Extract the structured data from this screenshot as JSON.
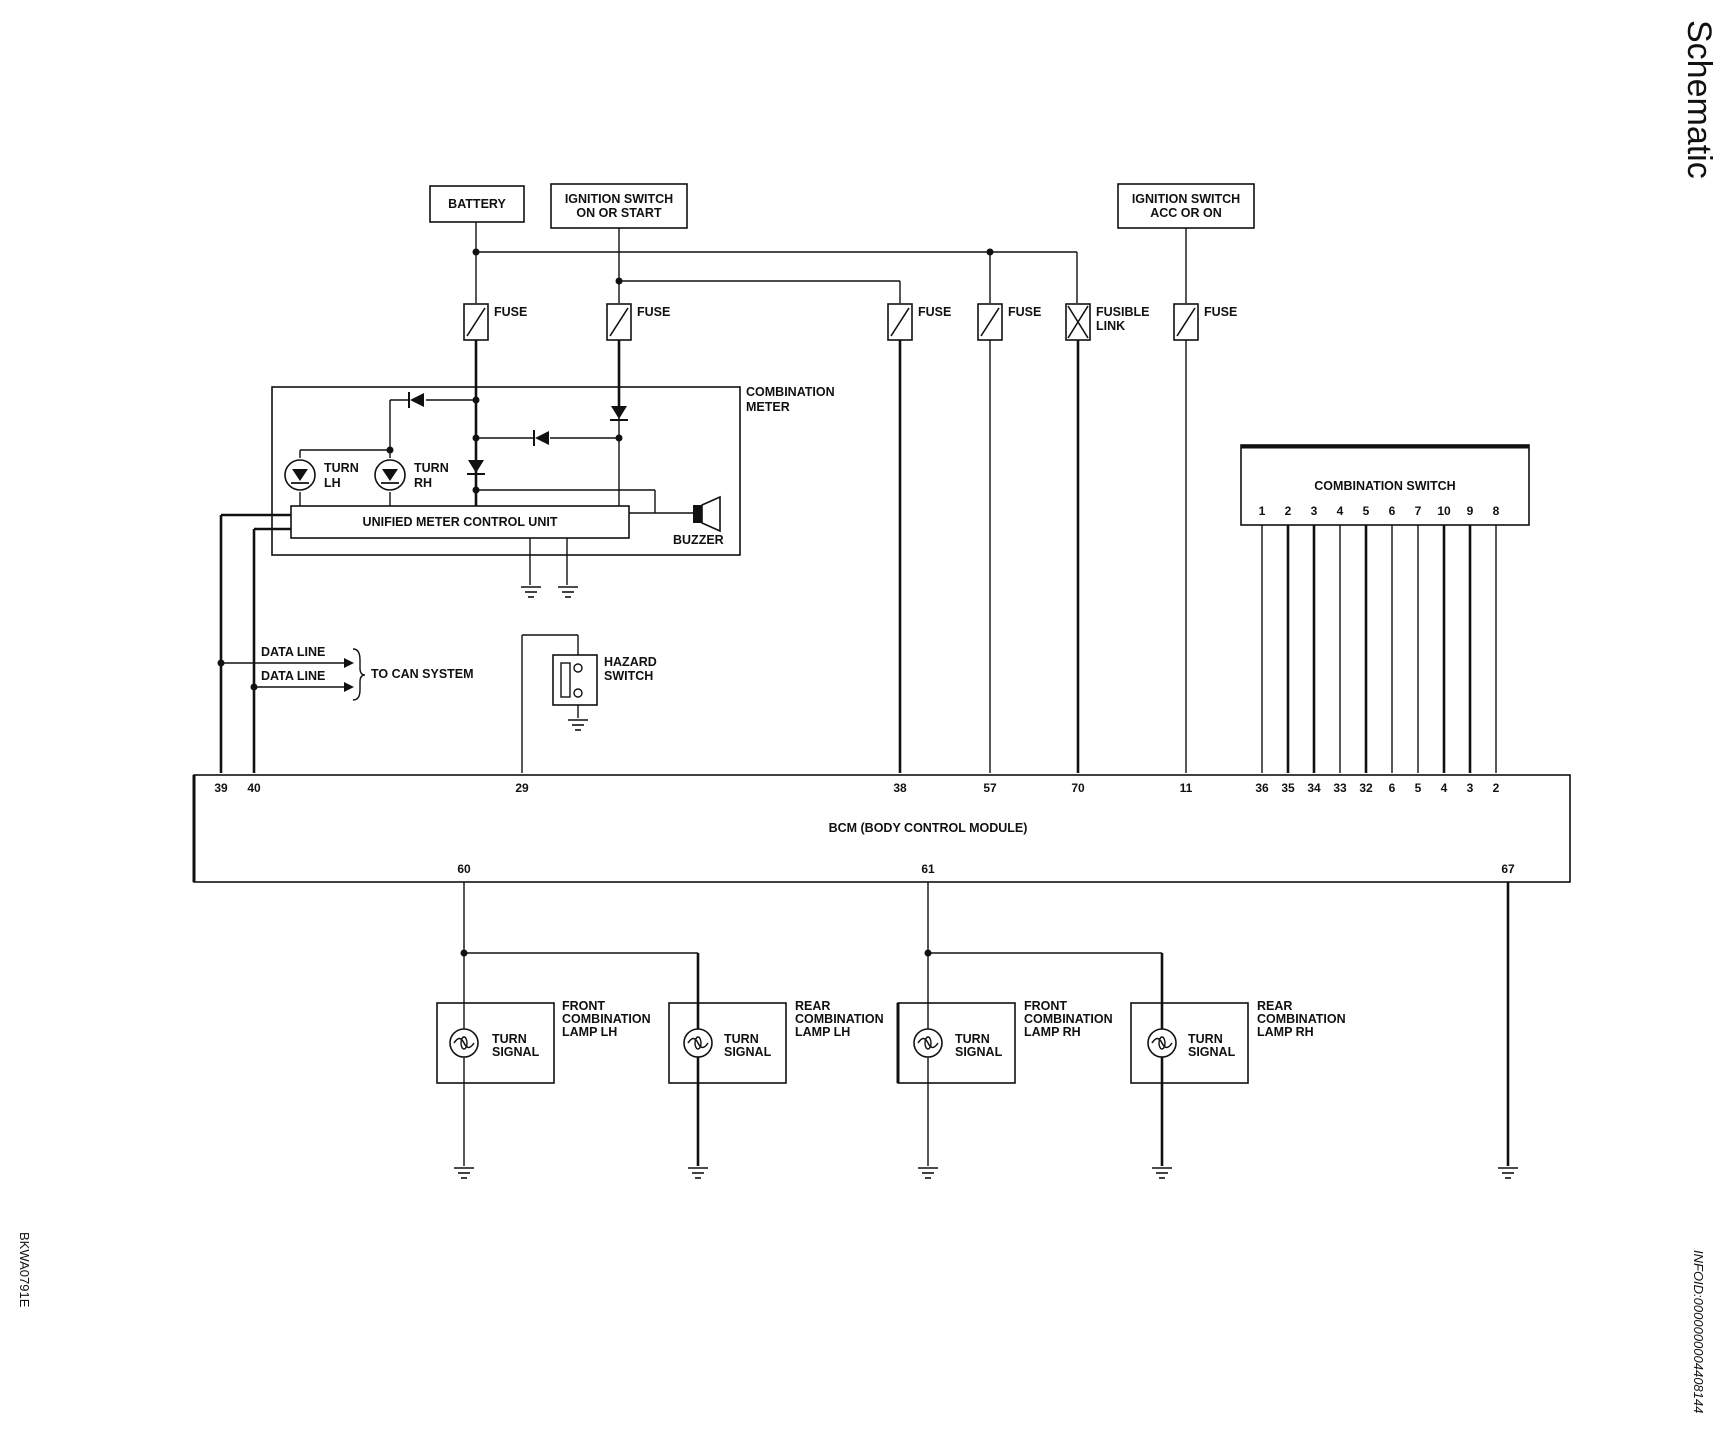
{
  "title": "Schematic",
  "figure_code": "BKWA0791E",
  "info_id": "INFOID:0000000004408144",
  "sources": {
    "battery": "BATTERY",
    "ign_on_start": [
      "IGNITION SWITCH",
      "ON OR START"
    ],
    "ign_acc_on": [
      "IGNITION SWITCH",
      "ACC OR ON"
    ]
  },
  "fuse_label": "FUSE",
  "fusible_link": [
    "FUSIBLE",
    "LINK"
  ],
  "combination_meter": {
    "title": [
      "COMBINATION",
      "METER"
    ],
    "turn_lh": [
      "TURN",
      "LH"
    ],
    "turn_rh": [
      "TURN",
      "RH"
    ],
    "control_unit": "UNIFIED METER CONTROL UNIT",
    "buzzer": "BUZZER"
  },
  "data_lines": [
    "DATA LINE",
    "DATA LINE"
  ],
  "can": "TO CAN SYSTEM",
  "hazard": [
    "HAZARD",
    "SWITCH"
  ],
  "combination_switch": {
    "title": "COMBINATION SWITCH",
    "pins": [
      "1",
      "2",
      "3",
      "4",
      "5",
      "6",
      "7",
      "10",
      "9",
      "8"
    ]
  },
  "bcm": {
    "title": "BCM (BODY CONTROL MODULE)",
    "top_pins": [
      "39",
      "40",
      "29",
      "38",
      "57",
      "70",
      "11",
      "36",
      "35",
      "34",
      "33",
      "32",
      "6",
      "5",
      "4",
      "3",
      "2"
    ],
    "bottom_pins": [
      "60",
      "61",
      "67"
    ]
  },
  "lamps": [
    {
      "name": [
        "FRONT",
        "COMBINATION",
        "LAMP LH"
      ],
      "signal": [
        "TURN",
        "SIGNAL"
      ]
    },
    {
      "name": [
        "REAR",
        "COMBINATION",
        "LAMP LH"
      ],
      "signal": [
        "TURN",
        "SIGNAL"
      ]
    },
    {
      "name": [
        "FRONT",
        "COMBINATION",
        "LAMP RH"
      ],
      "signal": [
        "TURN",
        "SIGNAL"
      ]
    },
    {
      "name": [
        "REAR",
        "COMBINATION",
        "LAMP RH"
      ],
      "signal": [
        "TURN",
        "SIGNAL"
      ]
    }
  ]
}
